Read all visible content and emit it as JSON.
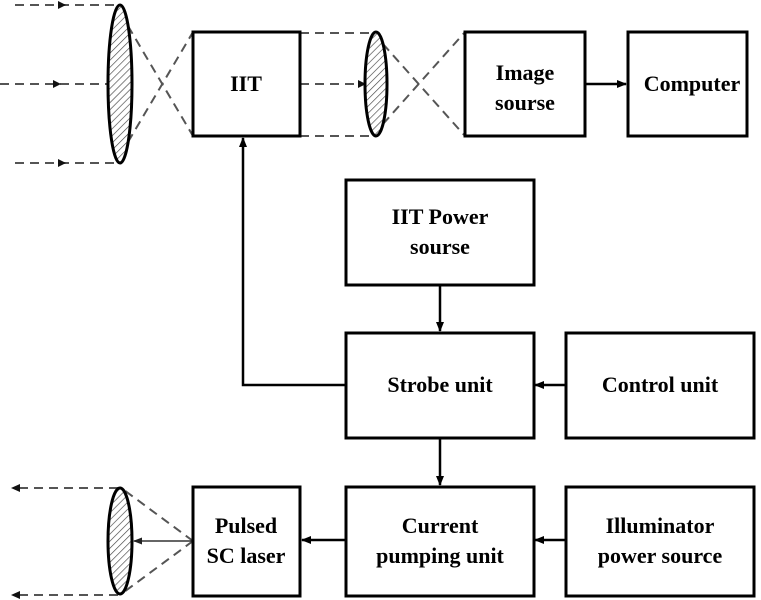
{
  "blocks": {
    "iit": [
      "IIT"
    ],
    "image_source": [
      "Image",
      "sourse"
    ],
    "computer": [
      "Computer"
    ],
    "iit_power": [
      "IIT Power",
      "sourse"
    ],
    "strobe": [
      "Strobe unit"
    ],
    "control": [
      "Control unit"
    ],
    "current_pumping": [
      "Current",
      "pumping unit"
    ],
    "illuminator_power": [
      "Illuminator",
      "power source"
    ],
    "laser": [
      "Pulsed",
      "SC laser"
    ]
  },
  "colors": {
    "stroke": "#000000",
    "dashed_ray": "#555555"
  }
}
